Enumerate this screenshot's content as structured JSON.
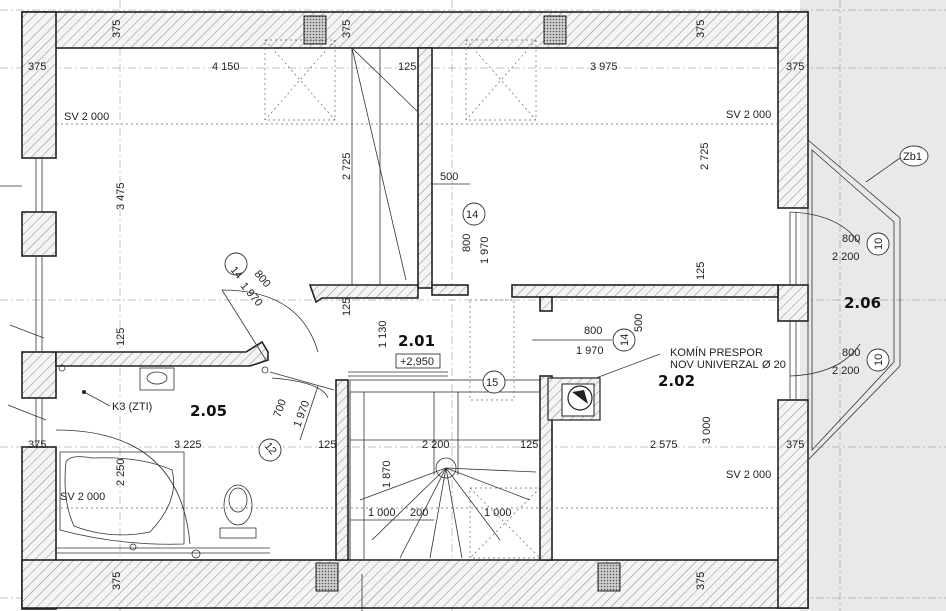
{
  "rooms": {
    "r201": {
      "id": "2.01",
      "elevation": "+2,950"
    },
    "r202": {
      "id": "2.02"
    },
    "r205": {
      "id": "2.05"
    },
    "r206": {
      "id": "2.06"
    }
  },
  "top_dims": {
    "d375_left": "375",
    "d4150": "4 150",
    "d125_mid": "125",
    "d3975": "3 975",
    "d375_right": "375",
    "d375_top_a": "375",
    "d375_top_b": "375",
    "d375_top_c": "375"
  },
  "sv": {
    "sv_tl": "SV 2 000",
    "sv_tr": "SV 2 000",
    "sv_bl": "SV 2 000",
    "sv_br": "SV 2 000"
  },
  "inner_dims": {
    "d3475": "3 475",
    "d2725_a": "2 725",
    "d2725_b": "2 725",
    "d500_a": "500",
    "d125_a": "125",
    "d125_b": "125",
    "d125_c": "125",
    "d125_d": "125",
    "d1130": "1 130",
    "d3225": "3 225",
    "d2200": "2 200",
    "d2575": "2 575",
    "d3000": "3 000",
    "d2250": "2 250",
    "d1870": "1 870",
    "d1000_a": "1 000",
    "d200": "200",
    "d1000_b": "1 000",
    "d375_bl": "375",
    "d375_br": "375",
    "d375_bot_a": "375",
    "d375_bot_b": "375",
    "d500_b": "500"
  },
  "doors": {
    "door14_top": {
      "tag": "14",
      "w": "800",
      "h": "1 970"
    },
    "door14_left": {
      "tag": "14",
      "w": "800",
      "h": "1 970"
    },
    "door14_mid": {
      "tag": "14",
      "w": "800",
      "h": "1 970"
    },
    "door12": {
      "tag": "12",
      "w": "700",
      "h": "1 970"
    },
    "door15": {
      "tag": "15"
    },
    "win10_a": {
      "tag": "10",
      "w": "800",
      "h": "2 200"
    },
    "win10_b": {
      "tag": "10",
      "w": "800",
      "h": "2 200"
    }
  },
  "labels": {
    "zb1": "Zb1",
    "k3": "K3 (ZTI)",
    "chimney_line1": "KOMÍN PRESPOR",
    "chimney_line2": "NOV UNIVERZAL",
    "chimney_diam": "Ø 20"
  }
}
